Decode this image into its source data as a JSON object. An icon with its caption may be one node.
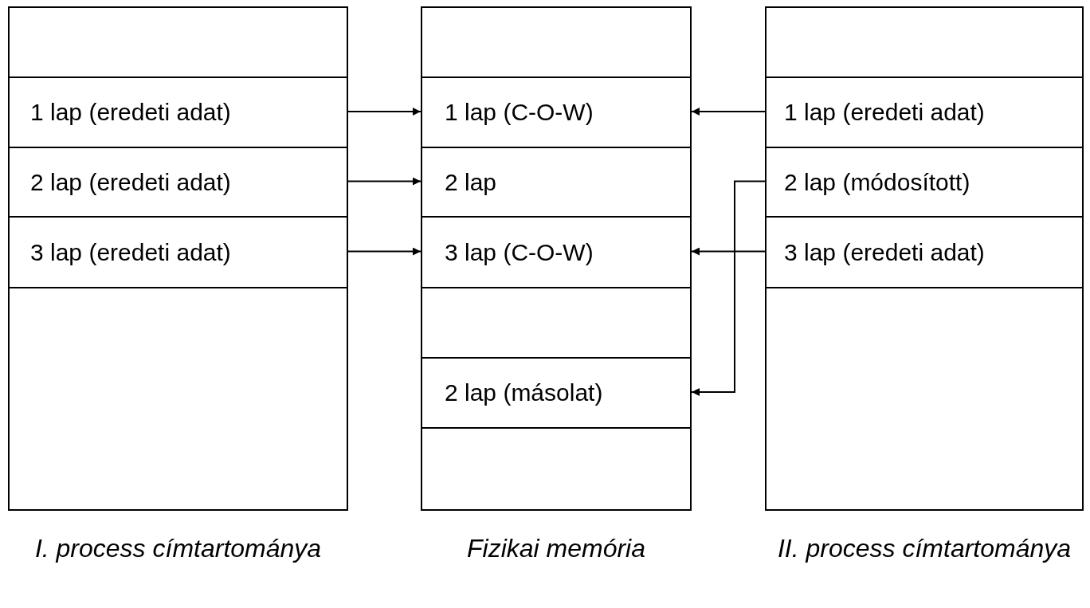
{
  "diagram": {
    "nodes": [
      {
        "text": [],
        "shape": "box",
        "beside": [
          "I. process címtartománya"
        ]
      },
      {
        "text": [],
        "shape": "box",
        "in": 0
      },
      {
        "text": [
          "1 lap (eredeti adat)"
        ],
        "in": 0
      },
      {
        "text": [
          "2 lap (eredeti adat)"
        ],
        "in": 0
      },
      {
        "text": [
          "3 lap (eredeti adat)"
        ],
        "in": 0
      },
      {
        "text": [],
        "shape": "box",
        "in": 0
      },
      {
        "text": [],
        "shape": "box",
        "beside": [
          "Fizikai memória"
        ]
      },
      {
        "text": [],
        "shape": "box",
        "in": 6
      },
      {
        "text": [
          "1 lap (C-O-W)"
        ],
        "in": 6
      },
      {
        "text": [
          "2 lap"
        ],
        "in": 6
      },
      {
        "text": [
          "3 lap (C-O-W)"
        ],
        "in": 6
      },
      {
        "text": [],
        "shape": "box",
        "in": 6
      },
      {
        "text": [
          "2 lap (másolat)"
        ],
        "in": 6
      },
      {
        "text": [],
        "shape": "box",
        "in": 6
      },
      {
        "text": [],
        "shape": "box",
        "beside": [
          "II. process címtartománya"
        ]
      },
      {
        "text": [],
        "shape": "box",
        "in": 14
      },
      {
        "text": [
          "1 lap (eredeti adat)"
        ],
        "in": 14
      },
      {
        "text": [
          "2 lap (módosított)"
        ],
        "in": 14
      },
      {
        "text": [
          "3 lap (eredeti adat)"
        ],
        "in": 14
      },
      {
        "text": [],
        "shape": "box",
        "in": 14
      }
    ],
    "edges": [
      {
        "from": 2,
        "to": 8,
        "arrow": "to"
      },
      {
        "from": 3,
        "to": 9,
        "arrow": "to"
      },
      {
        "from": 4,
        "to": 10,
        "arrow": "to"
      },
      {
        "from": 16,
        "to": 8,
        "arrow": "to"
      },
      {
        "from": 17,
        "to": 12,
        "arrow": "to"
      },
      {
        "from": 18,
        "to": 10,
        "arrow": "to"
      }
    ]
  }
}
